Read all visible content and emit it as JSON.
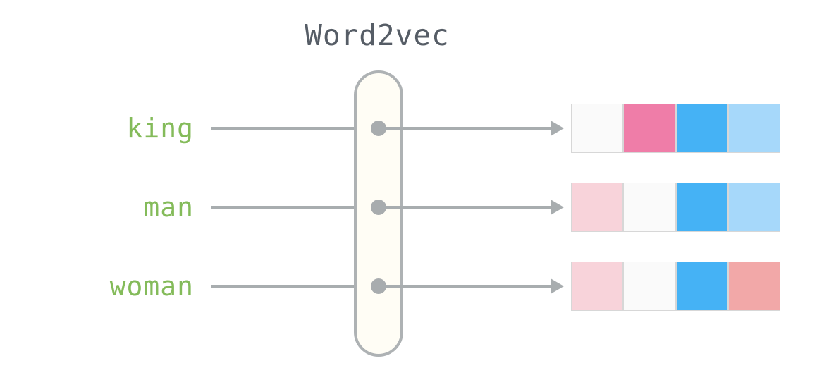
{
  "title": "Word2vec",
  "colors": {
    "title_text": "#565d66",
    "word_label_text": "#84bb5a",
    "connector_line": "#a8adaf",
    "capsule_fill": "#fffdf5",
    "capsule_border": "#aeb2b4",
    "node_fill": "#a8acae",
    "bar_border": "#d7d7d7",
    "near_white": "#fafafa",
    "pink_strong": "#ef7da8",
    "pink_light": "#f8d3da",
    "blue_strong": "#45b2f5",
    "blue_light": "#a6d8fa",
    "salmon": "#f2a8a8"
  },
  "model": {
    "name": "word2vec-model-capsule",
    "label": ""
  },
  "rows": [
    {
      "word": "king",
      "vector_name": "king-embedding-vector",
      "cells": [
        "#fafafa",
        "#ef7da8",
        "#45b2f5",
        "#a6d8fa"
      ]
    },
    {
      "word": "man",
      "vector_name": "man-embedding-vector",
      "cells": [
        "#f8d3da",
        "#fafafa",
        "#45b2f5",
        "#a6d8fa"
      ]
    },
    {
      "word": "woman",
      "vector_name": "woman-embedding-vector",
      "cells": [
        "#f8d3da",
        "#fafafa",
        "#45b2f5",
        "#f2a8a8"
      ]
    }
  ]
}
